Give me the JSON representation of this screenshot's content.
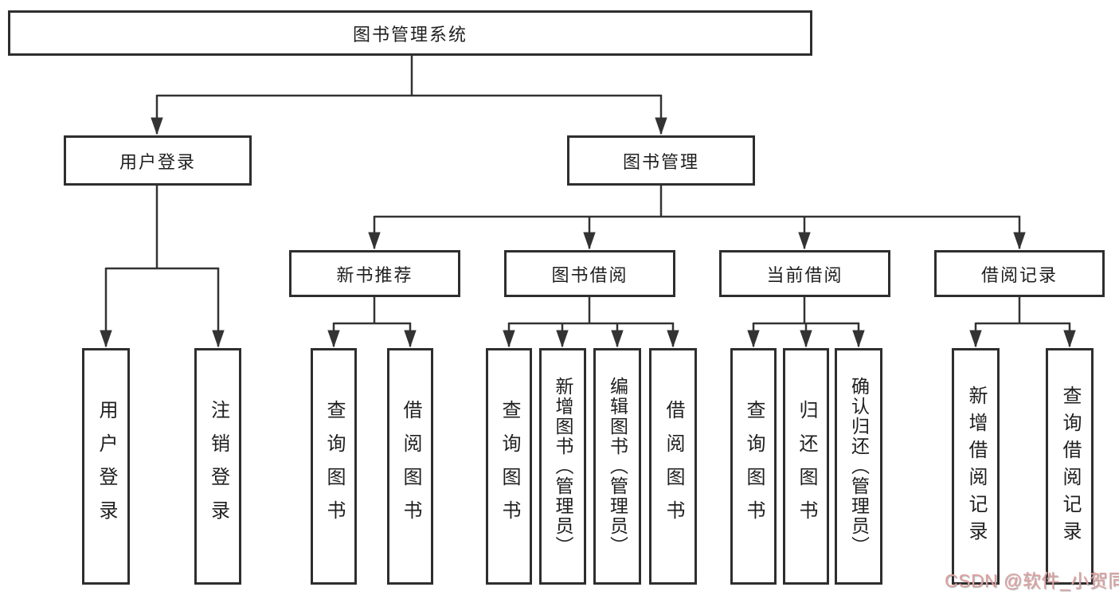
{
  "diagram": {
    "title": "图书管理系统",
    "hierarchy": {
      "图书管理系统": {
        "用户登录": [
          "用户登录",
          "注销登录"
        ],
        "图书管理": {
          "新书推荐": [
            "查询图书",
            "借阅图书"
          ],
          "图书借阅": [
            "查询图书",
            "新增图书（管理员）",
            "编辑图书（管理员）",
            "借阅图书"
          ],
          "当前借阅": [
            "查询图书",
            "归还图书",
            "确认归还（管理员）"
          ],
          "借阅记录": [
            "新增借阅记录",
            "查询借阅记录"
          ]
        }
      }
    }
  },
  "nodes": {
    "root": {
      "label": "图书管理系统"
    },
    "user_login": {
      "label": "用户登录"
    },
    "book_mgmt": {
      "label": "图书管理"
    },
    "new_book_rec": {
      "label": "新书推荐"
    },
    "book_borrow": {
      "label": "图书借阅"
    },
    "current_borrow": {
      "label": "当前借阅"
    },
    "borrow_records": {
      "label": "借阅记录"
    },
    "leaf_user_login": {
      "label": "用户登录"
    },
    "leaf_logout": {
      "label": "注销登录"
    },
    "leaf_nb_query": {
      "label": "查询图书"
    },
    "leaf_nb_borrow": {
      "label": "借阅图书"
    },
    "leaf_bb_query": {
      "label": "查询图书"
    },
    "leaf_bb_add": {
      "label": "新增图书（管理员）"
    },
    "leaf_bb_edit": {
      "label": "编辑图书（管理员）"
    },
    "leaf_bb_borrow": {
      "label": "借阅图书"
    },
    "leaf_cb_query": {
      "label": "查询图书"
    },
    "leaf_cb_return": {
      "label": "归还图书"
    },
    "leaf_cb_confirm": {
      "label": "确认归还（管理员）"
    },
    "leaf_br_add": {
      "label": "新增借阅记录"
    },
    "leaf_br_query": {
      "label": "查询借阅记录"
    }
  },
  "colors": {
    "line": "#333333",
    "border": "#2e2e2e",
    "watermark": "#dfa0a0"
  },
  "watermark": {
    "text": "CSDN @软件_小贺同学"
  }
}
